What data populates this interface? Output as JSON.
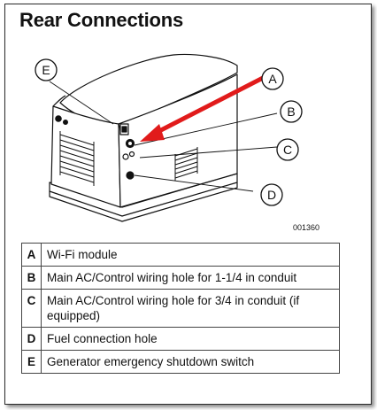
{
  "heading": "Rear Connections",
  "figure": {
    "code": "001360",
    "callouts": [
      "A",
      "B",
      "C",
      "D",
      "E"
    ]
  },
  "legend": [
    {
      "key": "A",
      "description": "Wi-Fi module"
    },
    {
      "key": "B",
      "description": "Main AC/Control wiring hole for 1-1/4 in conduit"
    },
    {
      "key": "C",
      "description": "Main AC/Control wiring hole for 3/4 in conduit (if equipped)"
    },
    {
      "key": "D",
      "description": "Fuel connection hole"
    },
    {
      "key": "E",
      "description": "Generator emergency shutdown switch"
    }
  ],
  "colors": {
    "arrow": "#e11b1b",
    "line": "#111111"
  }
}
